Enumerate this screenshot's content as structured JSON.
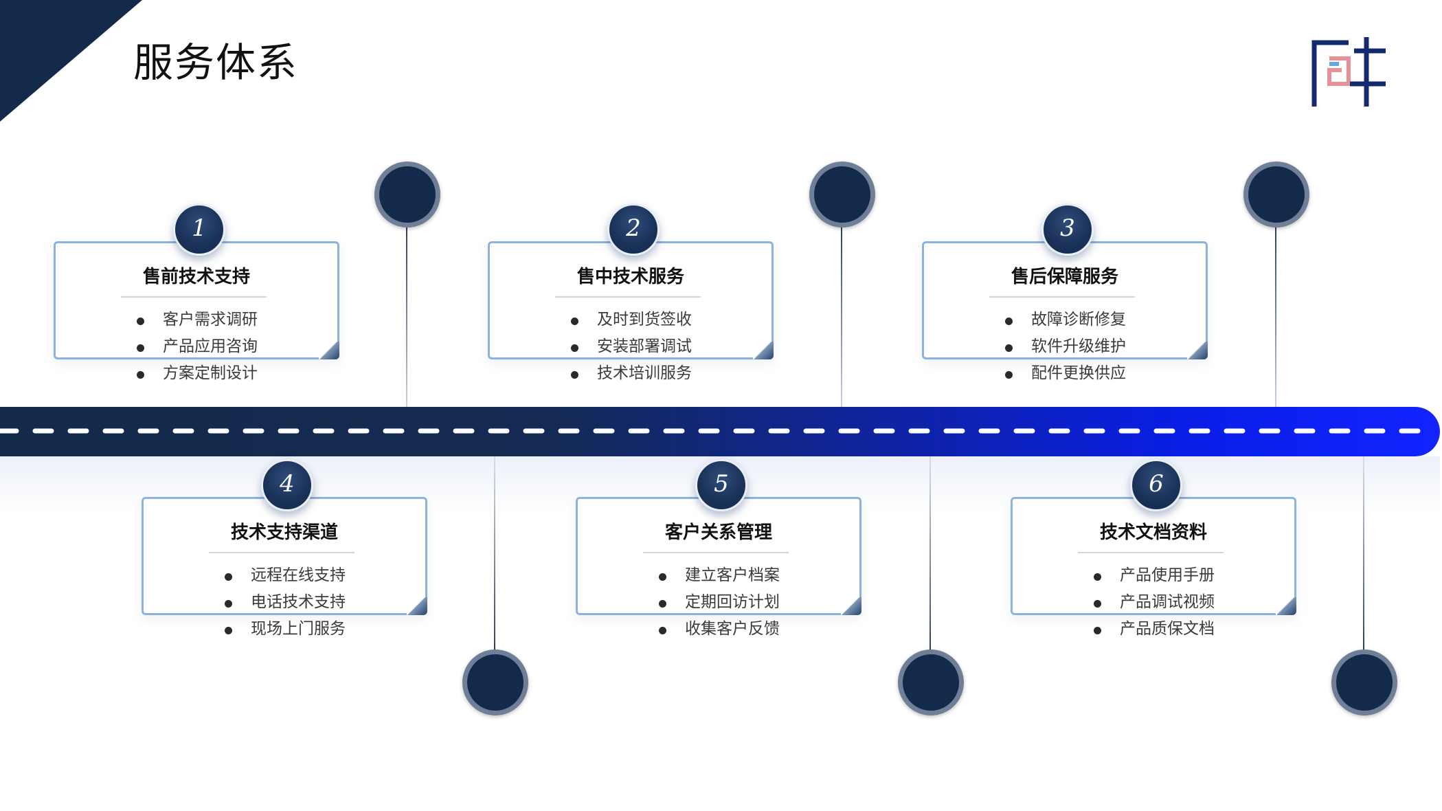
{
  "header": {
    "title": "服务体系"
  },
  "colors": {
    "navy": "#132a4a",
    "road_end": "#1223ff",
    "card_border": "#8fb2dc"
  },
  "icons": {
    "logo": "brand-logo-icon",
    "pin": "map-pin-icon",
    "bullet": "bullet-icon"
  },
  "cards": [
    {
      "number": "1",
      "title": "售前技术支持",
      "items": [
        "客户需求调研",
        "产品应用咨询",
        "方案定制设计"
      ]
    },
    {
      "number": "2",
      "title": "售中技术服务",
      "items": [
        "及时到货签收",
        "安装部署调试",
        "技术培训服务"
      ]
    },
    {
      "number": "3",
      "title": "售后保障服务",
      "items": [
        "故障诊断修复",
        "软件升级维护",
        "配件更换供应"
      ]
    },
    {
      "number": "4",
      "title": "技术支持渠道",
      "items": [
        "远程在线支持",
        "电话技术支持",
        "现场上门服务"
      ]
    },
    {
      "number": "5",
      "title": "客户关系管理",
      "items": [
        "建立客户档案",
        "定期回访计划",
        "收集客户反馈"
      ]
    },
    {
      "number": "6",
      "title": "技术文档资料",
      "items": [
        "产品使用手册",
        "产品调试视频",
        "产品质保文档"
      ]
    }
  ]
}
